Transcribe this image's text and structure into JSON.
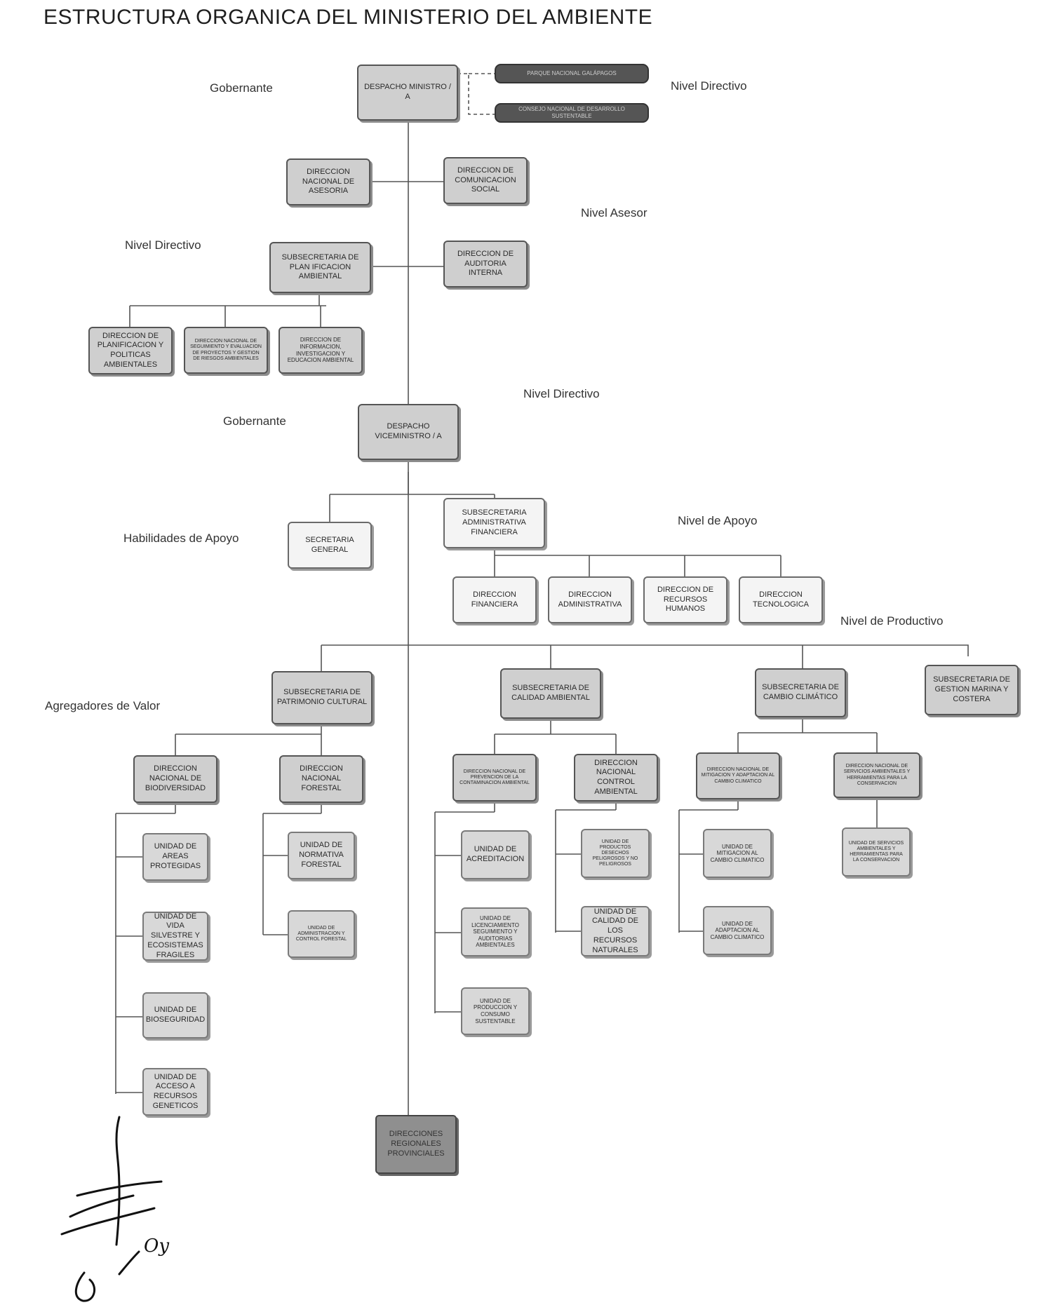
{
  "title": "ESTRUCTURA  ORGANICA DEL MINISTERIO DEL AMBIENTE",
  "levels": {
    "gobernante_1": "Gobernante",
    "nivel_directivo_1": "Nivel Directivo",
    "nivel_asesor": "Nivel Asesor",
    "nivel_directivo_2": "Nivel Directivo",
    "nivel_directivo_3": "Nivel Directivo",
    "gobernante_2": "Gobernante",
    "habilidades_apoyo": "Habilidades de Apoyo",
    "nivel_apoyo": "Nivel de Apoyo",
    "nivel_productivo": "Nivel de Productivo",
    "agregadores_valor": "Agregadores de Valor"
  },
  "boxes": {
    "despacho_ministro": "DESPACHO MINISTRO / A",
    "parque_nacional": "PARQUE NACIONAL GALÁPAGOS",
    "consejo_nacional": "CONSEJO NACIONAL DE DESARROLLO SUSTENTABLE",
    "dir_asesoria": "DIRECCION NACIONAL DE ASESORIA",
    "dir_comunicacion": "DIRECCION DE COMUNICACION SOCIAL",
    "sub_planificacion": "SUBSECRETARIA DE PLAN IFICACION AMBIENTAL",
    "dir_auditoria": "DIRECCION DE AUDITORIA INTERNA",
    "dir_planificacion_politicas": "DIRECCION DE PLANIFICACION Y POLITICAS AMBIENTALES",
    "dir_seguimiento": "DIRECCION NACIONAL DE SEGUIMIENTO Y EVALUACION DE PROYECTOS Y GESTION DE RIESGOS AMBIENTALES",
    "dir_informacion": "DIRECCION DE INFORMACION, INVESTIGACION Y EDUCACION AMBIENTAL",
    "despacho_viceministro": "DESPACHO VICEMINISTRO / A",
    "secretaria_general": "SECRETARIA GENERAL",
    "sub_administrativa": "SUBSECRETARIA ADMINISTRATIVA FINANCIERA",
    "dir_financiera": "DIRECCION FINANCIERA",
    "dir_administrativa": "DIRECCION ADMINISTRATIVA",
    "dir_rrhh": "DIRECCION DE RECURSOS HUMANOS",
    "dir_tecnologica": "DIRECCION TECNOLOGICA",
    "sub_patrimonio": "SUBSECRETARIA DE PATRIMONIO CULTURAL",
    "sub_calidad": "SUBSECRETARIA DE CALIDAD AMBIENTAL",
    "sub_cambio_climatico": "SUBSECRETARIA DE CAMBIO CLIMÁTICO",
    "sub_gestion_marina": "SUBSECRETARIA DE GESTION MARINA Y COSTERA",
    "dir_biodiversidad": "DIRECCION NACIONAL DE BIODIVERSIDAD",
    "dir_forestal": "DIRECCION NACIONAL FORESTAL",
    "dir_prevencion": "DIRECCION NACIONAL DE PREVENCION DE LA CONTAMINACION AMBIENTAL",
    "dir_control": "DIRECCION NACIONAL CONTROL AMBIENTAL",
    "dir_mitigacion": "DIRECCION NACIONAL DE MITIGACION Y ADAPTACION AL CAMBIO CLIMATICO",
    "dir_servicios": "DIRECCION NACIONAL DE SERVICIOS AMBIENTALES Y HERRAMIENTAS PARA LA CONSERVACION",
    "u_areas_protegidas": "UNIDAD DE AREAS PROTEGIDAS",
    "u_vida_silvestre": "UNIDAD DE VIDA SILVESTRE Y ECOSISTEMAS FRAGILES",
    "u_bioseguridad": "UNIDAD DE BIOSEGURIDAD",
    "u_recursos_geneticos": "UNIDAD DE ACCESO A RECURSOS GENETICOS",
    "u_normativa_forestal": "UNIDAD DE NORMATIVA FORESTAL",
    "u_admin_forestal": "UNIDAD DE ADMINISTRACION Y CONTROL FORESTAL",
    "u_acreditacion": "UNIDAD DE ACREDITACION",
    "u_licenciamiento": "UNIDAD DE LICENCIAMIENTO SEGUIMIENTO Y AUDITORIAS AMBIENTALES",
    "u_produccion": "UNIDAD DE PRODUCCION Y CONSUMO SUSTENTABLE",
    "u_desechos": "UNIDAD DE PRODUCTOS DESECHOS PELIGROSOS Y NO PELIGROSOS",
    "u_calidad_recursos": "UNIDAD DE CALIDAD DE LOS RECURSOS NATURALES",
    "u_mitigacion": "UNIDAD DE MITIGACION AL CAMBIO CLIMATICO",
    "u_adaptacion": "UNIDAD DE ADAPTACION AL CAMBIO CLIMATICO",
    "u_servicios": "UNIDAD DE SERVICIOS AMBIENTALES Y HERRAMIENTAS PARA LA CONSERVACION",
    "direcciones_regionales": "DIRECCIONES REGIONALES PROVINCIALES"
  },
  "signature_text": "Oy"
}
